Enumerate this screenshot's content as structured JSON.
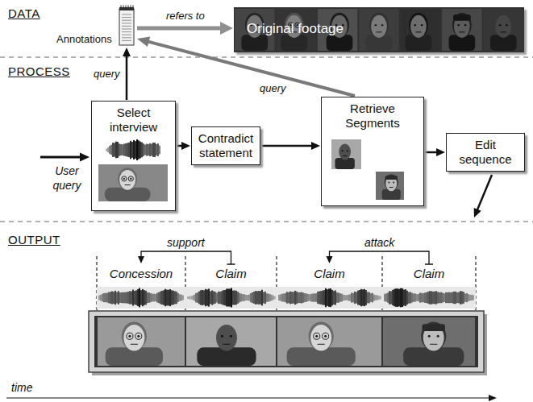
{
  "diagram": {
    "nodes": [
      {
        "text": [
          "Annotations"
        ]
      },
      {
        "text": [
          "Original footage"
        ]
      },
      {
        "text": [
          "Select interview"
        ]
      },
      {
        "text": [
          "Contradict statement"
        ]
      },
      {
        "text": [
          "Retrieve Segments"
        ]
      },
      {
        "text": [
          "Edit sequence"
        ]
      },
      {
        "text": [
          "Concession"
        ]
      },
      {
        "text": [
          "Claim"
        ]
      },
      {
        "text": [
          "Claim"
        ]
      },
      {
        "text": [
          "Claim"
        ]
      }
    ],
    "edges": [
      {
        "from": 0,
        "to": 1,
        "label": "refers to",
        "arrow": "to"
      },
      {
        "from": 2,
        "to": 0,
        "label": "query",
        "arrow": "to"
      },
      {
        "from": 4,
        "to": 0,
        "label": "query",
        "arrow": "to"
      },
      {
        "from": 2,
        "to": 3,
        "arrow": "to"
      },
      {
        "from": 3,
        "to": 4,
        "arrow": "to"
      },
      {
        "from": 4,
        "to": 5,
        "arrow": "to"
      },
      {
        "from": 7,
        "to": 6,
        "label": "support",
        "arrow": "to"
      },
      {
        "from": 9,
        "to": 8,
        "label": "attack",
        "arrow": "to"
      }
    ],
    "labels": [
      "DATA",
      "PROCESS",
      "OUTPUT",
      "User query",
      "time"
    ]
  }
}
